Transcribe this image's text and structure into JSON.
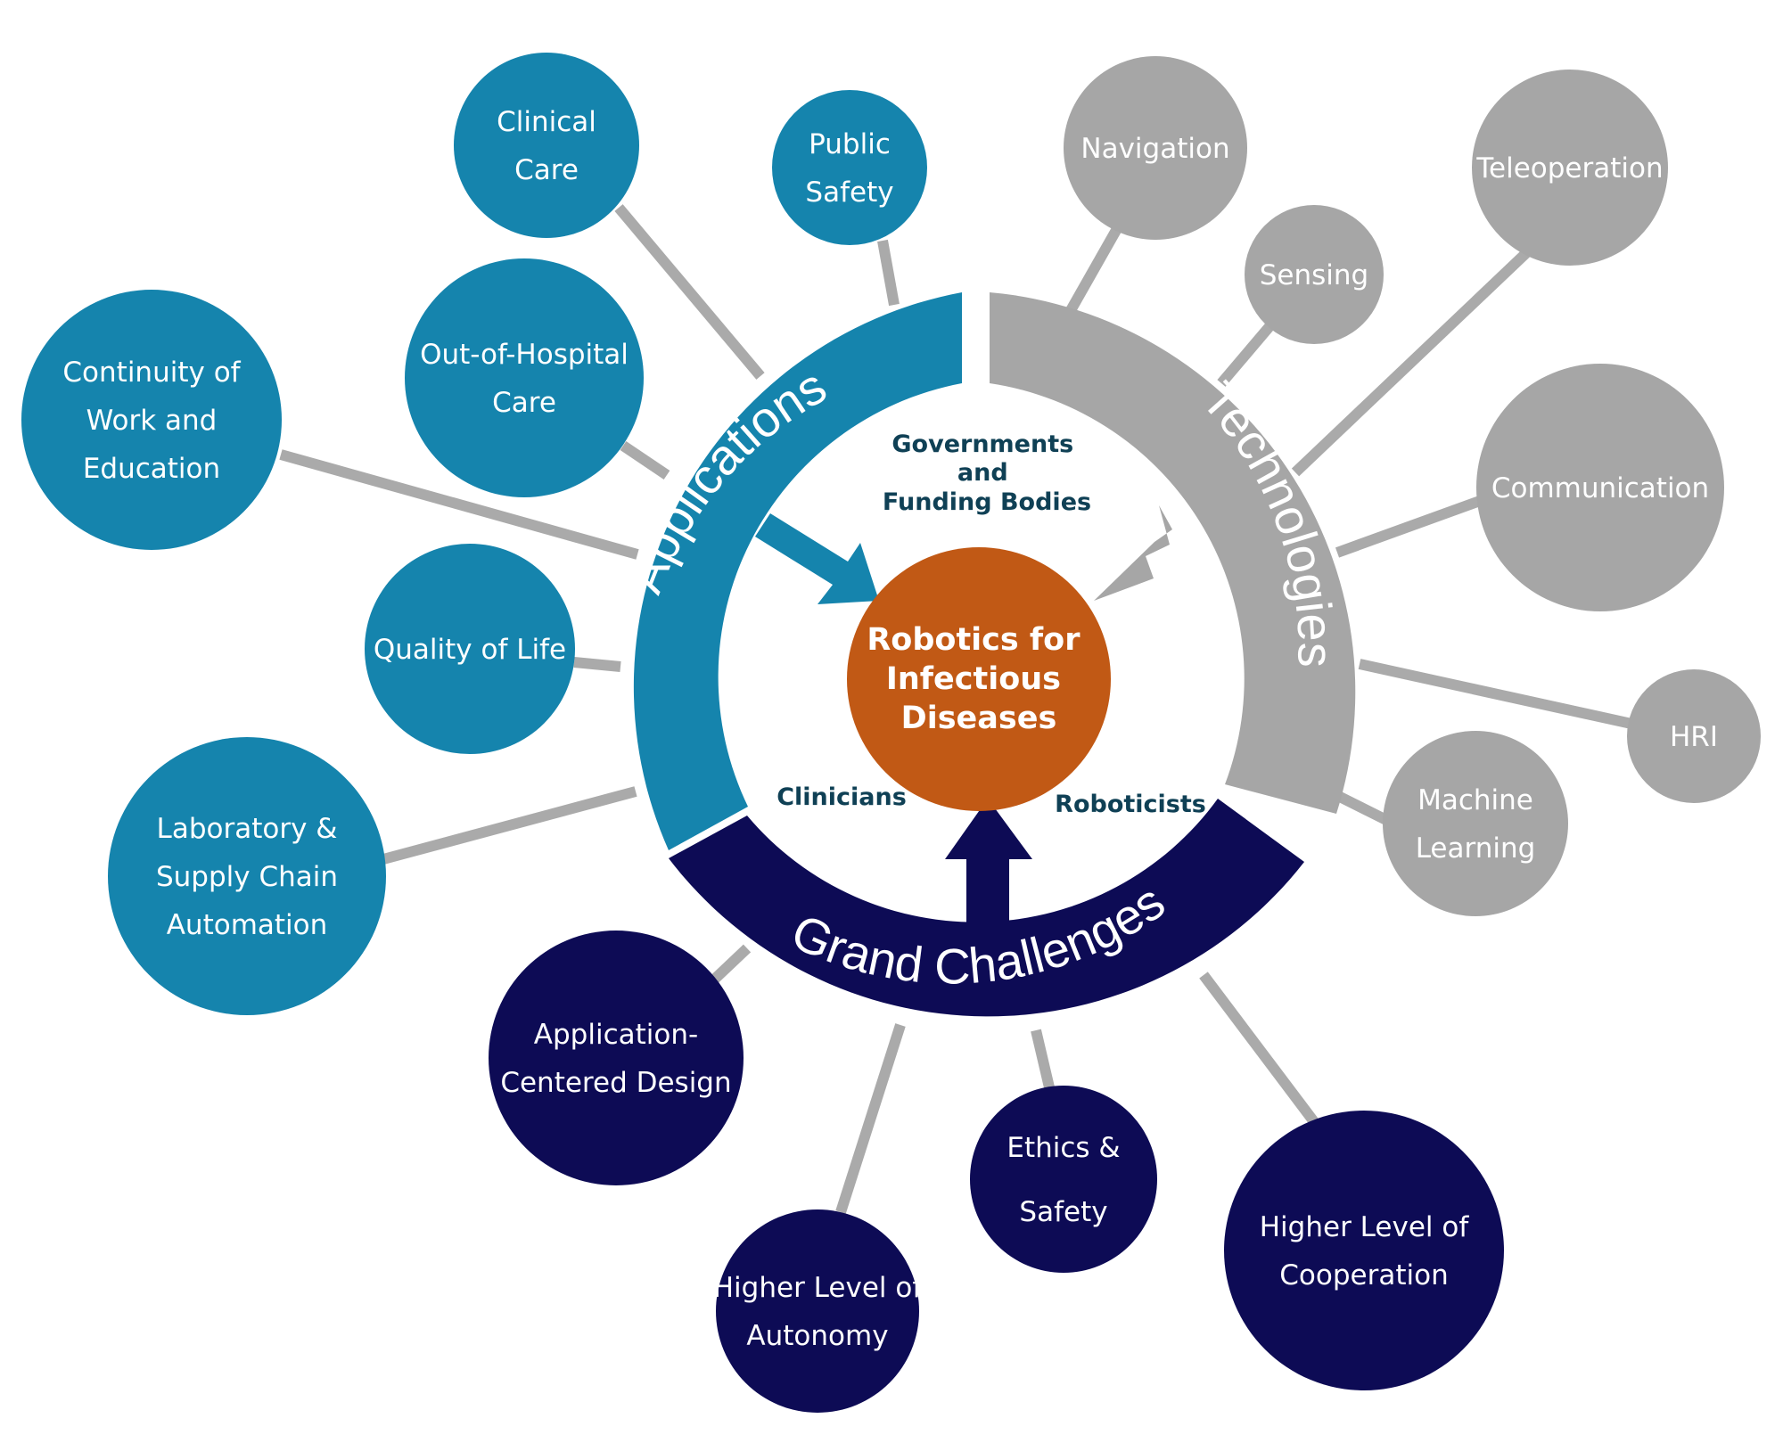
{
  "colors": {
    "applications": "#1584ad",
    "technologies": "#a6a6a6",
    "challenges": "#0d0b55",
    "center": "#c15915",
    "connector": "#aaaaaa",
    "stakeholder_text": "#0f4055",
    "node_text": "#ffffff"
  },
  "center": {
    "lines": [
      "Robotics for",
      "Infectious",
      "Diseases"
    ]
  },
  "rings": {
    "applications": "Applications",
    "technologies": "Technologies",
    "challenges": "Grand Challenges"
  },
  "stakeholders": {
    "governments": [
      "Governments",
      "and",
      "Funding Bodies"
    ],
    "clinicians": "Clinicians",
    "roboticists": "Roboticists"
  },
  "applications": [
    {
      "lines": [
        "Clinical",
        "Care"
      ]
    },
    {
      "lines": [
        "Public",
        "Safety"
      ]
    },
    {
      "lines": [
        "Out-of-Hospital",
        "Care"
      ]
    },
    {
      "lines": [
        "Continuity of",
        "Work and",
        "Education"
      ]
    },
    {
      "lines": [
        "Quality of Life"
      ]
    },
    {
      "lines": [
        "Laboratory &",
        "Supply Chain",
        "Automation"
      ]
    }
  ],
  "technologies": [
    {
      "lines": [
        "Navigation"
      ]
    },
    {
      "lines": [
        "Sensing"
      ]
    },
    {
      "lines": [
        "Teleoperation"
      ]
    },
    {
      "lines": [
        "Communication"
      ]
    },
    {
      "lines": [
        "HRI"
      ]
    },
    {
      "lines": [
        "Machine",
        "Learning"
      ]
    }
  ],
  "challenges": [
    {
      "lines": [
        "Application-",
        "Centered Design"
      ]
    },
    {
      "lines": [
        "Higher Level of",
        "Autonomy"
      ]
    },
    {
      "lines": [
        "Ethics &",
        "Safety"
      ]
    },
    {
      "lines": [
        "Higher Level of",
        "Cooperation"
      ]
    }
  ]
}
